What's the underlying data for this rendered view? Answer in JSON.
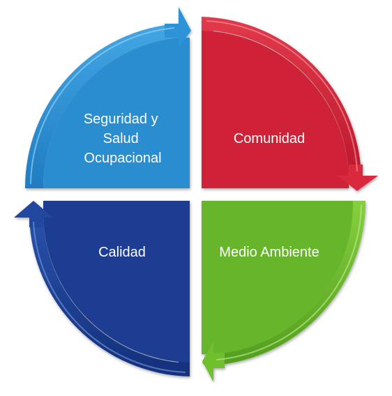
{
  "quadrants": {
    "top_left": {
      "label_lines": [
        "Seguridad y",
        "Salud",
        "Ocupacional"
      ],
      "color": "#2e8fd1"
    },
    "top_right": {
      "label_lines": [
        "Comunidad"
      ],
      "color": "#d3283a"
    },
    "bottom_left": {
      "label_lines": [
        "Calidad"
      ],
      "color": "#1d3f96"
    },
    "bottom_right": {
      "label_lines": [
        "Medio Ambiente"
      ],
      "color": "#6dbb2e"
    }
  }
}
